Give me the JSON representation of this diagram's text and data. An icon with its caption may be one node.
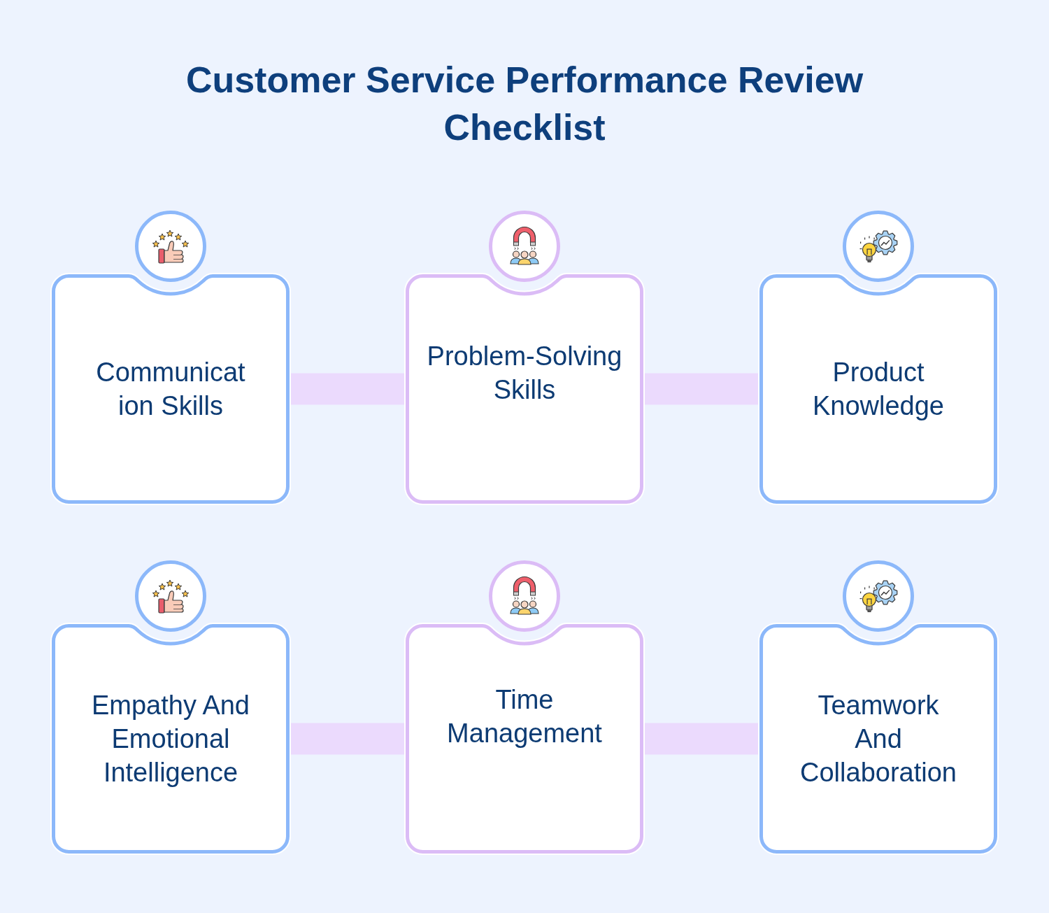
{
  "diagram": {
    "title": "Customer Service Performance Review Checklist",
    "nodes": [
      {
        "text": [
          "Communication Skills"
        ]
      },
      {
        "text": [
          "Problem-Solving Skills"
        ]
      },
      {
        "text": [
          "Product Knowledge"
        ]
      },
      {
        "text": [
          "Empathy And Emotional Intelligence"
        ]
      },
      {
        "text": [
          "Time Management"
        ]
      },
      {
        "text": [
          "Teamwork And Collaboration"
        ]
      }
    ],
    "edges": [
      {
        "from": 0,
        "to": 1,
        "arrow": "none"
      },
      {
        "from": 1,
        "to": 2,
        "arrow": "none"
      },
      {
        "from": 3,
        "to": 4,
        "arrow": "none"
      },
      {
        "from": 4,
        "to": 5,
        "arrow": "none"
      }
    ]
  }
}
